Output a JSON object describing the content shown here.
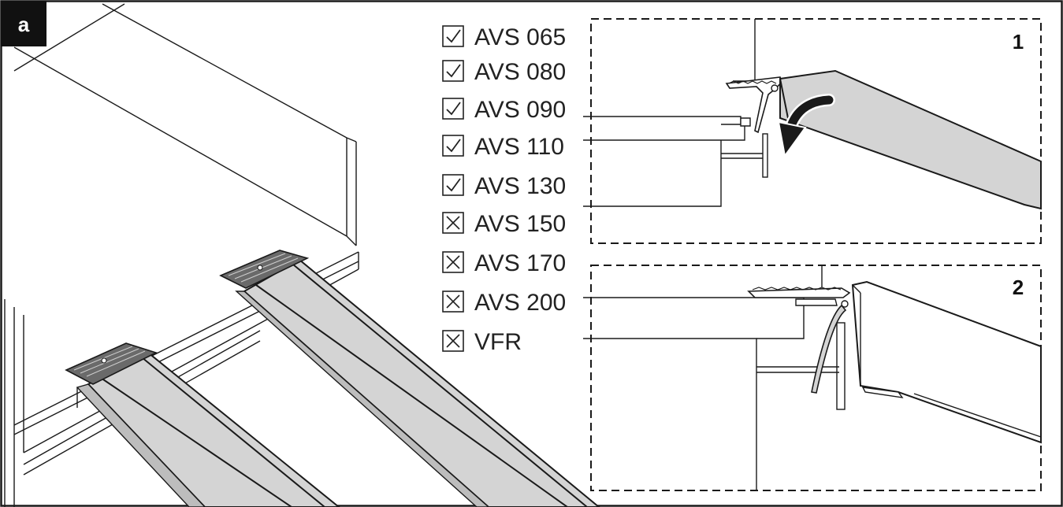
{
  "panel": {
    "letter": "a"
  },
  "models": [
    {
      "label": "AVS 065",
      "compatible": true
    },
    {
      "label": "AVS 080",
      "compatible": true
    },
    {
      "label": "AVS 090",
      "compatible": true
    },
    {
      "label": "AVS 110",
      "compatible": true
    },
    {
      "label": "AVS 130",
      "compatible": true
    },
    {
      "label": "AVS 150",
      "compatible": false
    },
    {
      "label": "AVS 170",
      "compatible": false
    },
    {
      "label": "AVS 200",
      "compatible": false
    },
    {
      "label": "VFR",
      "compatible": false
    }
  ],
  "steps": [
    {
      "number": "1"
    },
    {
      "number": "2"
    }
  ],
  "colors": {
    "profile_fill": "#d4d4d4",
    "line": "#1a1a1a",
    "badge": "#111111"
  },
  "icons": {
    "compatible": "check-box-icon",
    "incompatible": "cross-box-icon",
    "motion": "curved-arrow-icon"
  }
}
